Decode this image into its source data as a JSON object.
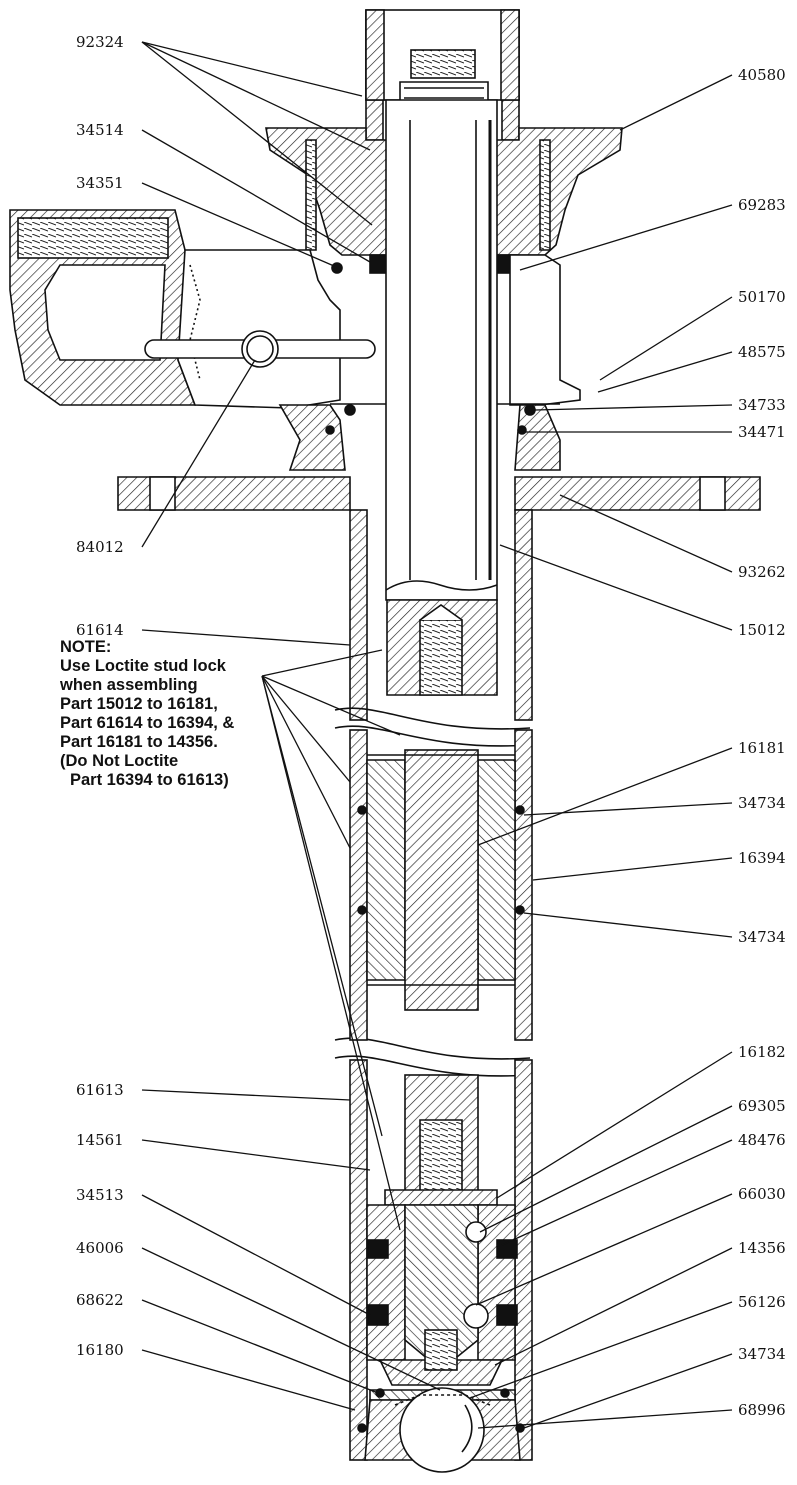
{
  "diagram": {
    "part_labels_left": [
      "92324",
      "34514",
      "34351",
      "84012",
      "61614",
      "61613",
      "14561",
      "34513",
      "46006",
      "68622",
      "16180"
    ],
    "part_labels_right": [
      "40580",
      "69283",
      "50170",
      "48575",
      "34733",
      "34471",
      "93262",
      "15012",
      "16181",
      "34734",
      "16394",
      "34734",
      "16182",
      "69305",
      "48476",
      "66030",
      "14356",
      "56126",
      "34734",
      "68996"
    ],
    "note": {
      "heading": "NOTE:",
      "lines": [
        "Use Loctite stud lock",
        "when assembling",
        "Part 15012 to 16181,",
        "Part 61614 to 16394, &",
        "Part 16181 to 14356.",
        "(Do Not Loctite",
        "Part 16394 to 61613)"
      ]
    }
  }
}
